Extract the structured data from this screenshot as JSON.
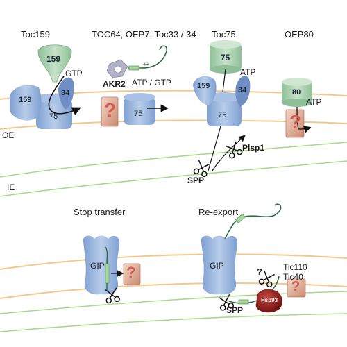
{
  "headers": {
    "toc159": "Toc159",
    "toc64_group": "TOC64, OEP7, Toc33 / 34",
    "toc75": "Toc75",
    "oep80": "OEP80"
  },
  "membranes": {
    "oe": "OE",
    "ie": "IE"
  },
  "panel1": {
    "toc159_receptor": "159",
    "toc159_channel_label": "159",
    "toc34_label": "34",
    "toc75_label": "75",
    "gtp": "GTP"
  },
  "panel2": {
    "akr2": "AKR2",
    "atp_gtp": "ATP / GTP",
    "toc75_label": "75",
    "plus_charges": "++",
    "unknown": "?"
  },
  "panel3": {
    "toc75_top": "75",
    "toc159_label": "159",
    "toc34_label": "34",
    "toc75_label": "75",
    "atp": "ATP",
    "plsp1": "Plsp1",
    "spp": "SPP"
  },
  "panel4": {
    "oep80_label": "80",
    "atp": "ATP",
    "unknown": "?"
  },
  "bottom_left": {
    "title": "Stop transfer",
    "gip": "GIP",
    "unknown": "?"
  },
  "bottom_right": {
    "title": "Re-export",
    "gip": "GIP",
    "spp": "SPP",
    "hsp93": "Hsp93",
    "tic110": "Tic110",
    "tic40": "Tic40",
    "unknown": "?"
  },
  "colors": {
    "outer_membrane": "#f2c98a",
    "inner_membrane": "#a8d98a",
    "protein_blue": "#9fb9df",
    "protein_blue_dark": "#6f8fc4",
    "receptor_green": "#a9cfb0",
    "unknown_box": "#e8a9a0",
    "hsp93": "#8a1c1c"
  }
}
